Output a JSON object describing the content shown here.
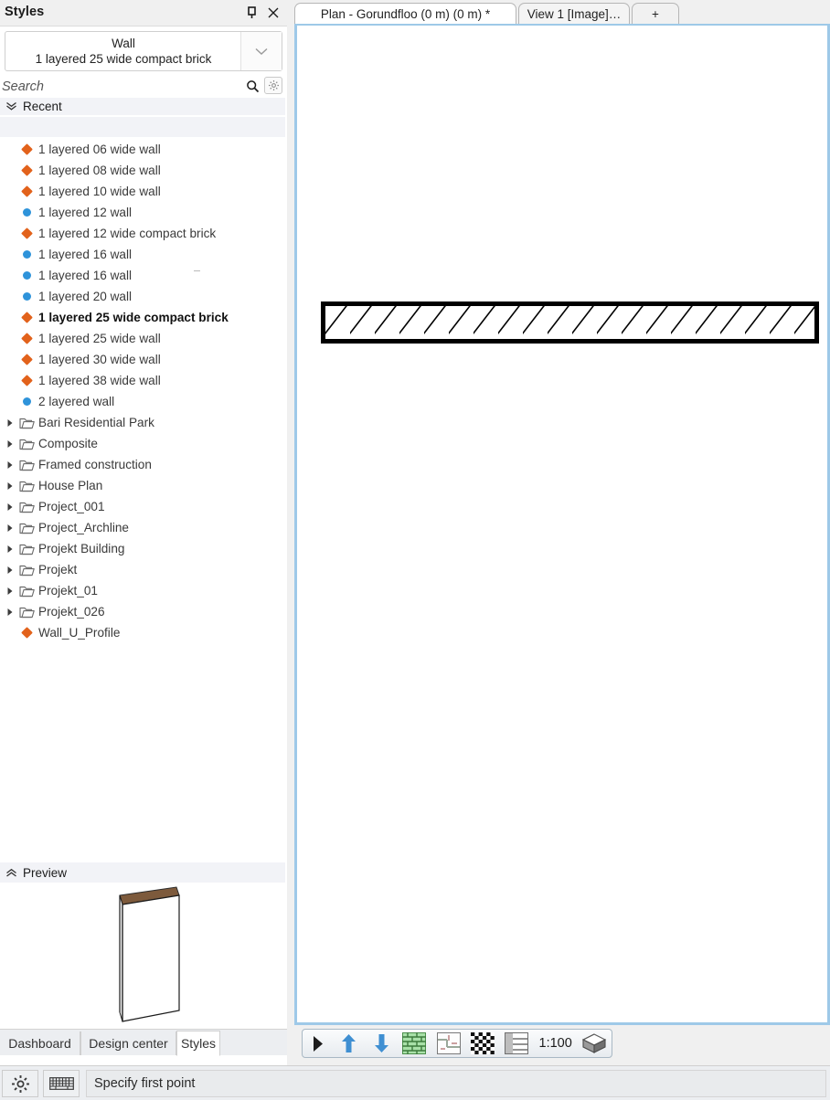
{
  "panel": {
    "title": "Styles",
    "pin_icon": "pin-icon",
    "close_icon": "close-icon",
    "combo": {
      "category": "Wall",
      "name": "1 layered 25 wide compact brick",
      "arrow_icon": "chevron-down-icon"
    },
    "search": {
      "placeholder": "Search",
      "value": "",
      "search_icon": "search-icon",
      "settings_icon": "gear-icon"
    },
    "recent": {
      "label": "Recent",
      "chevron_icon": "chevron-double-down-icon"
    },
    "preview": {
      "label": "Preview",
      "chevron_icon": "chevron-double-up-icon"
    },
    "tabs": [
      {
        "label": "Dashboard",
        "active": false
      },
      {
        "label": "Design center",
        "active": false
      },
      {
        "label": "Styles",
        "active": true
      }
    ]
  },
  "tree": {
    "items": [
      {
        "label": "1 layered 06 wide wall",
        "icon": "diamond-orange-icon",
        "type": "style",
        "selected": false
      },
      {
        "label": "1 layered 08 wide wall",
        "icon": "diamond-orange-icon",
        "type": "style",
        "selected": false
      },
      {
        "label": "1 layered 10 wide wall",
        "icon": "diamond-orange-icon",
        "type": "style",
        "selected": false
      },
      {
        "label": "1 layered 12 wall",
        "icon": "circle-blue-icon",
        "type": "style",
        "selected": false
      },
      {
        "label": "1 layered 12 wide compact brick",
        "icon": "diamond-orange-icon",
        "type": "style",
        "selected": false
      },
      {
        "label": "1 layered 16 wall",
        "icon": "circle-blue-icon",
        "type": "style",
        "selected": false
      },
      {
        "label": "1 layered 16 wall",
        "icon": "circle-blue-icon",
        "type": "style",
        "selected": false
      },
      {
        "label": "1 layered 20 wall",
        "icon": "circle-blue-icon",
        "type": "style",
        "selected": false
      },
      {
        "label": "1 layered 25 wide compact brick",
        "icon": "diamond-orange-icon",
        "type": "style",
        "selected": true
      },
      {
        "label": "1 layered 25 wide wall",
        "icon": "diamond-orange-icon",
        "type": "style",
        "selected": false
      },
      {
        "label": "1 layered 30 wide wall",
        "icon": "diamond-orange-icon",
        "type": "style",
        "selected": false
      },
      {
        "label": "1 layered 38 wide wall",
        "icon": "diamond-orange-icon",
        "type": "style",
        "selected": false
      },
      {
        "label": "2 layered wall",
        "icon": "circle-blue-icon",
        "type": "style",
        "selected": false
      },
      {
        "label": "Bari Residential Park",
        "icon": "folder-icon",
        "type": "folder",
        "selected": false
      },
      {
        "label": "Composite",
        "icon": "folder-icon",
        "type": "folder",
        "selected": false
      },
      {
        "label": "Framed construction",
        "icon": "folder-icon",
        "type": "folder",
        "selected": false
      },
      {
        "label": "House Plan",
        "icon": "folder-icon",
        "type": "folder",
        "selected": false
      },
      {
        "label": "Project_001",
        "icon": "folder-icon",
        "type": "folder",
        "selected": false
      },
      {
        "label": "Project_Archline",
        "icon": "folder-icon",
        "type": "folder",
        "selected": false
      },
      {
        "label": "Projekt Building",
        "icon": "folder-icon",
        "type": "folder",
        "selected": false
      },
      {
        "label": "Projekt",
        "icon": "folder-icon",
        "type": "folder",
        "selected": false
      },
      {
        "label": "Projekt_01",
        "icon": "folder-icon",
        "type": "folder",
        "selected": false
      },
      {
        "label": "Projekt_026",
        "icon": "folder-icon",
        "type": "folder",
        "selected": false
      },
      {
        "label": "Wall_U_Profile",
        "icon": "diamond-orange-icon",
        "type": "style",
        "selected": false
      }
    ]
  },
  "document_tabs": [
    {
      "label": "Plan - Gorundfloo (0 m) (0 m) *",
      "active": true
    },
    {
      "label": "View 1 [Image]…",
      "active": false
    },
    {
      "label": "+",
      "active": false
    }
  ],
  "view_toolbar": {
    "items": [
      {
        "name": "cursor-arrow-icon",
        "label": ""
      },
      {
        "name": "arrow-up-icon",
        "label": ""
      },
      {
        "name": "arrow-down-icon",
        "label": ""
      },
      {
        "name": "brick-wall-icon",
        "label": ""
      },
      {
        "name": "floor-plan-icon",
        "label": ""
      },
      {
        "name": "checkerboard-icon",
        "label": ""
      },
      {
        "name": "layers-icon",
        "label": ""
      }
    ],
    "scale": "1:100",
    "cube_icon": "3d-cube-icon"
  },
  "statusbar": {
    "settings_icon": "gear-icon",
    "keyboard_icon": "keyboard-icon",
    "message": "Specify first point"
  },
  "colors": {
    "accent_orange": "#e2621b",
    "accent_blue": "#2e93da",
    "canvas_border": "#9ec9e8",
    "panel_bg": "#f0f0f0",
    "preview_wood": "#7d5a3c"
  }
}
